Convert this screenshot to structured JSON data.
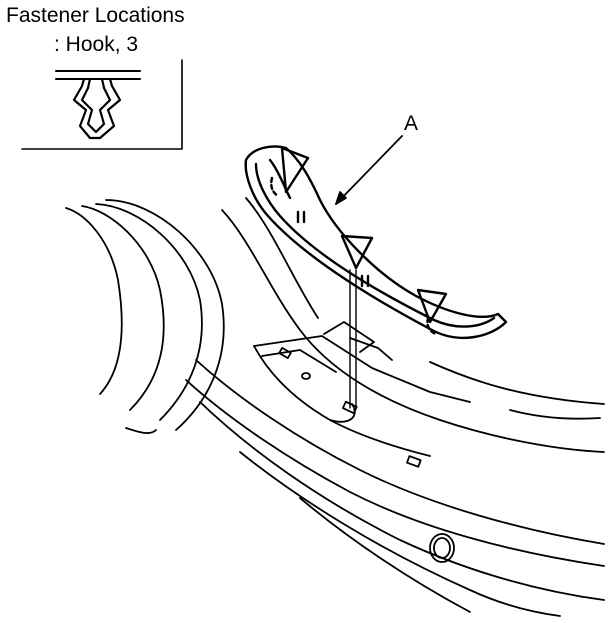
{
  "legend": {
    "title": "Fastener Locations",
    "subtitle": ": Hook, 3"
  },
  "callouts": {
    "part_a": "A"
  }
}
